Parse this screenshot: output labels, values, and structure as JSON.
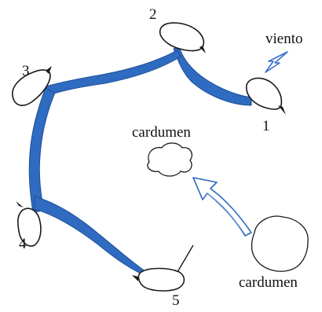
{
  "labels": {
    "wind": "viento",
    "school_top": "cardumen",
    "school_bottom": "cardumen"
  },
  "boats": [
    {
      "number": "1"
    },
    {
      "number": "2"
    },
    {
      "number": "3"
    },
    {
      "number": "4"
    },
    {
      "number": "5"
    }
  ],
  "colors": {
    "net": "#2f6bc0",
    "net_dark": "#1f4f9a",
    "outline": "#1a1a1a",
    "wind_arrow": "#3a6fd0",
    "text": "#111111"
  }
}
